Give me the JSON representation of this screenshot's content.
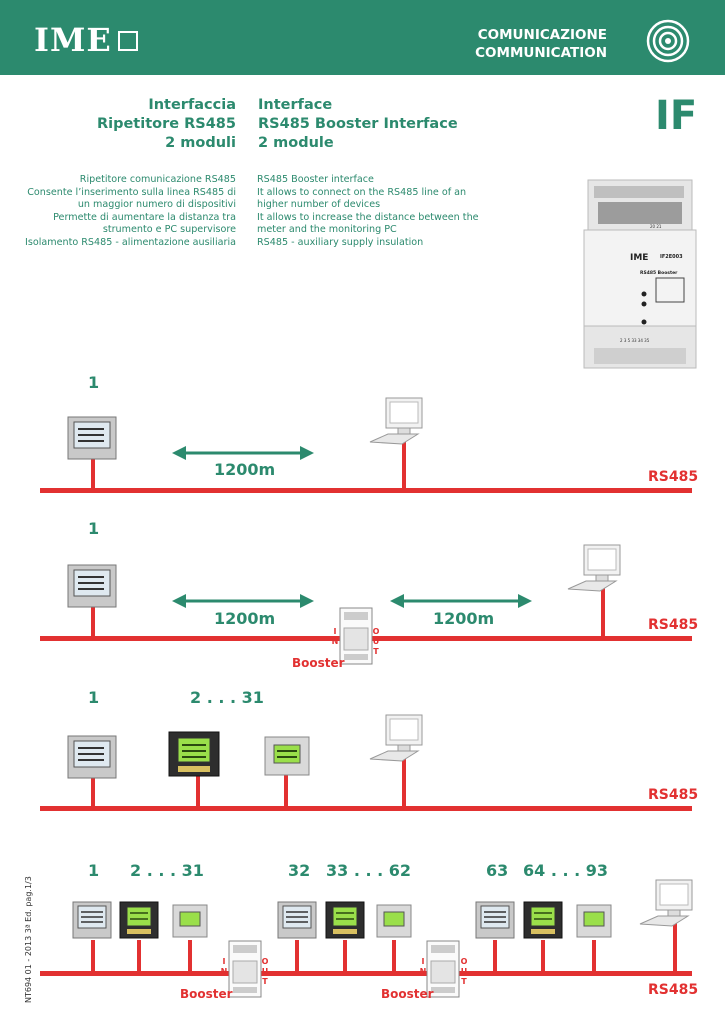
{
  "header": {
    "brand": "IME",
    "section_it": "COMUNICAZIONE",
    "section_en": "COMMUNICATION"
  },
  "product": {
    "code": "IF",
    "title_it": [
      "Interfaccia",
      "Ripetitore RS485",
      "2 moduli"
    ],
    "title_en": [
      "Interface",
      "RS485 Booster Interface",
      "2 module"
    ],
    "desc_it": [
      "Ripetitore comunicazione RS485",
      "Consente l’inserimento sulla linea RS485 di",
      "un maggior numero di dispositivi",
      "Permette di aumentare la distanza tra",
      "strumento e PC supervisore",
      "Isolamento RS485 - alimentazione ausiliaria"
    ],
    "desc_en": [
      "RS485 Booster interface",
      "It allows to connect on the RS485 line of an",
      "higher number of devices",
      "It allows to increase the distance between the",
      "meter and the monitoring PC",
      "RS485 - auxiliary supply insulation"
    ],
    "photo": {
      "model": "IF2E003",
      "brand": "IME",
      "name": "RS485 Booster",
      "terminals_top": "20  21",
      "terminals_bottom": "2  3  5  33  34  35"
    }
  },
  "diagrams": {
    "bus_label": "RS485",
    "booster_label": "Booster",
    "in_label": "IN",
    "out_label": "OUT",
    "d1": {
      "node": "1",
      "distance": "1200m"
    },
    "d2": {
      "node": "1",
      "distance_left": "1200m",
      "distance_right": "1200m"
    },
    "d3": {
      "node_first": "1",
      "node_range": "2 . . . 31"
    },
    "d4": {
      "n1": "1",
      "r1": "2 . . . 31",
      "n2": "32",
      "r2": "33 . . . 62",
      "n3": "63",
      "r3": "64 . . . 93"
    }
  },
  "footer": {
    "text": "NT694  01 - 2013  3ª Ed.  pag.1/3"
  },
  "colors": {
    "brand_green": "#2c8a6e",
    "bus_red": "#e23131"
  }
}
